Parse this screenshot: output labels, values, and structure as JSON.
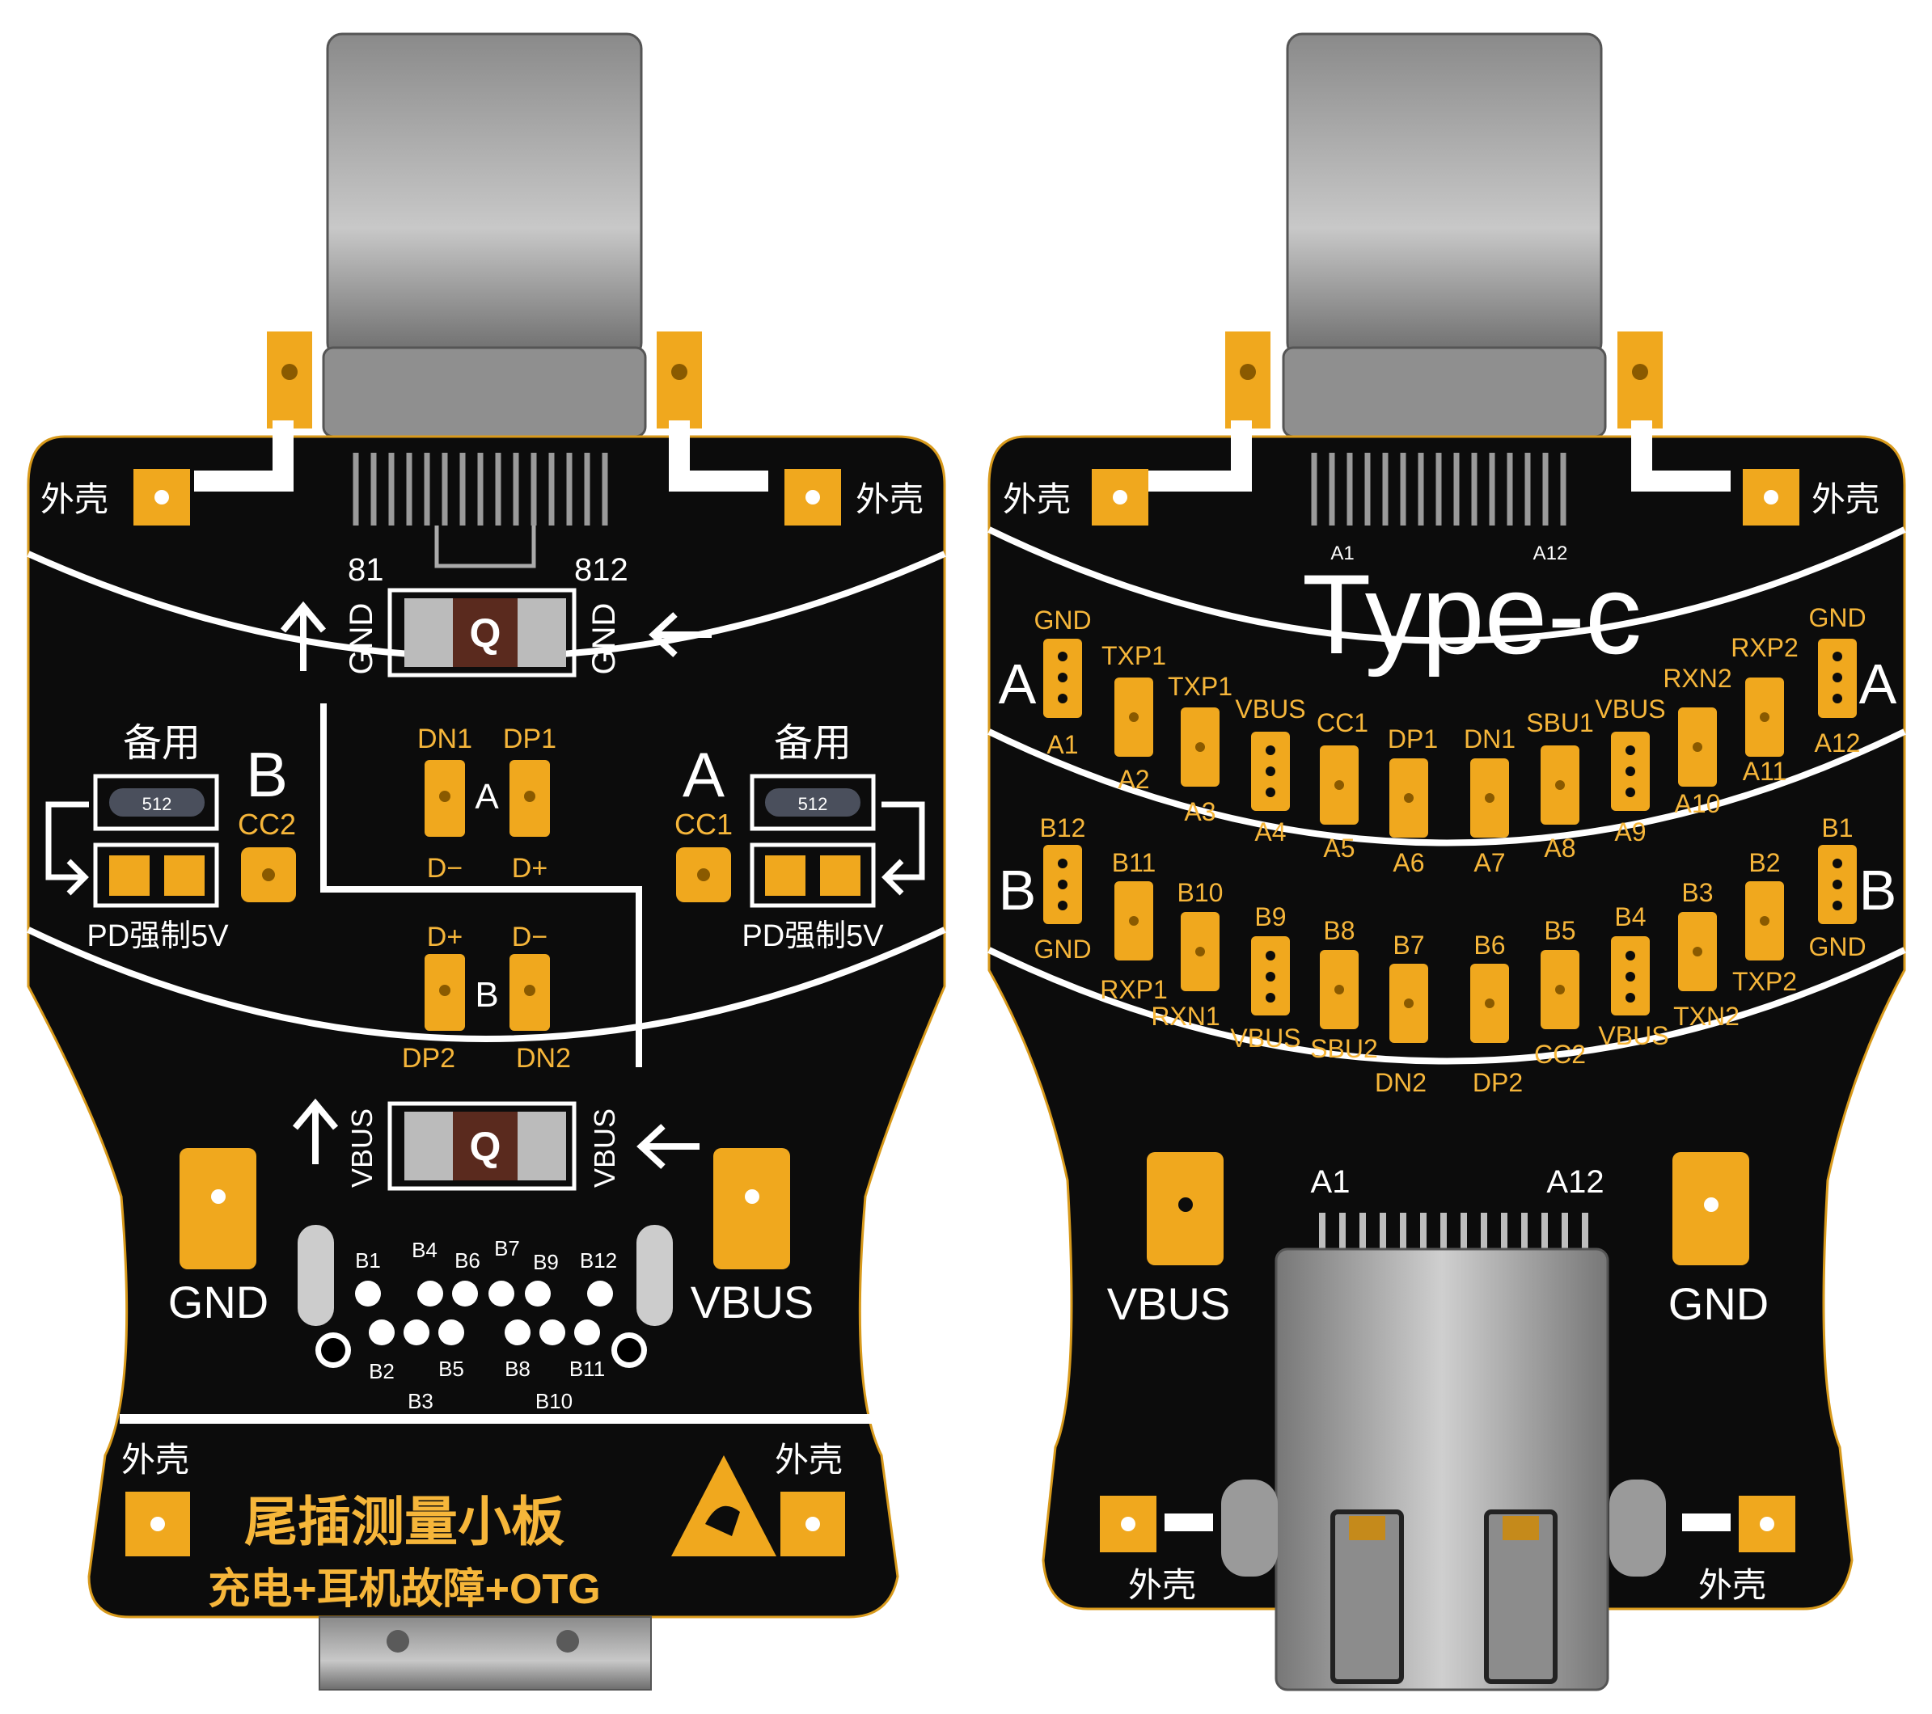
{
  "left_board": {
    "shell_labels": [
      "外壳",
      "外壳",
      "外壳",
      "外壳"
    ],
    "pins_top_left": "81",
    "pins_top_right": "812",
    "q_label": "Q",
    "gnd_label": "GND",
    "vbus_label": "VBUS",
    "spare_label": "备用",
    "resistor_code": "512",
    "pd_label": "PD强制5V",
    "side_a": "A",
    "side_b": "B",
    "cc1": "CC1",
    "cc2": "CC2",
    "dn1": "DN1",
    "dp1": "DP1",
    "d_minus": "D−",
    "d_plus": "D+",
    "dp2": "DP2",
    "dn2": "DN2",
    "big_gnd": "GND",
    "big_vbus": "VBUS",
    "b_pins_top": [
      "B1",
      "B4",
      "B6",
      "B7",
      "B9",
      "B12"
    ],
    "b_pins_bottom": [
      "B2",
      "B5",
      "B8",
      "B11"
    ],
    "b_pins_lower": [
      "B3",
      "B10"
    ],
    "title": "尾插测量小板",
    "subtitle": "充电+耳机故障+OTG"
  },
  "right_board": {
    "shell_labels": [
      "外壳",
      "外壳",
      "外壳",
      "外壳"
    ],
    "brand": "Type-c",
    "pin_a1": "A1",
    "pin_a12": "A12",
    "side_a": "A",
    "side_b": "B",
    "top_row_names": [
      "GND",
      "TXP1",
      "TXP1",
      "VBUS",
      "CC1",
      "DP1",
      "DN1",
      "SBU1",
      "VBUS",
      "RXN2",
      "RXP2",
      "GND"
    ],
    "top_row_ids": [
      "A1",
      "A2",
      "A3",
      "A4",
      "A5",
      "A6",
      "A7",
      "A8",
      "A9",
      "A10",
      "A11",
      "A12"
    ],
    "bottom_row_ids": [
      "B12",
      "B11",
      "B10",
      "B9",
      "B8",
      "B7",
      "B6",
      "B5",
      "B4",
      "B3",
      "B2",
      "B1"
    ],
    "bottom_row_names": [
      "GND",
      "RXP1",
      "RXN1",
      "VBUS",
      "SBU2",
      "DN2",
      "DP2",
      "CC2",
      "VBUS",
      "TXN2",
      "TXP2",
      "GND"
    ],
    "big_vbus": "VBUS",
    "big_gnd": "GND",
    "conn_a1": "A1",
    "conn_a12": "A12"
  },
  "colors": {
    "board": "#0c0c0c",
    "gold": "#f0a81e",
    "text_gold": "#f6b63a",
    "metal": "#a9a9a9"
  }
}
